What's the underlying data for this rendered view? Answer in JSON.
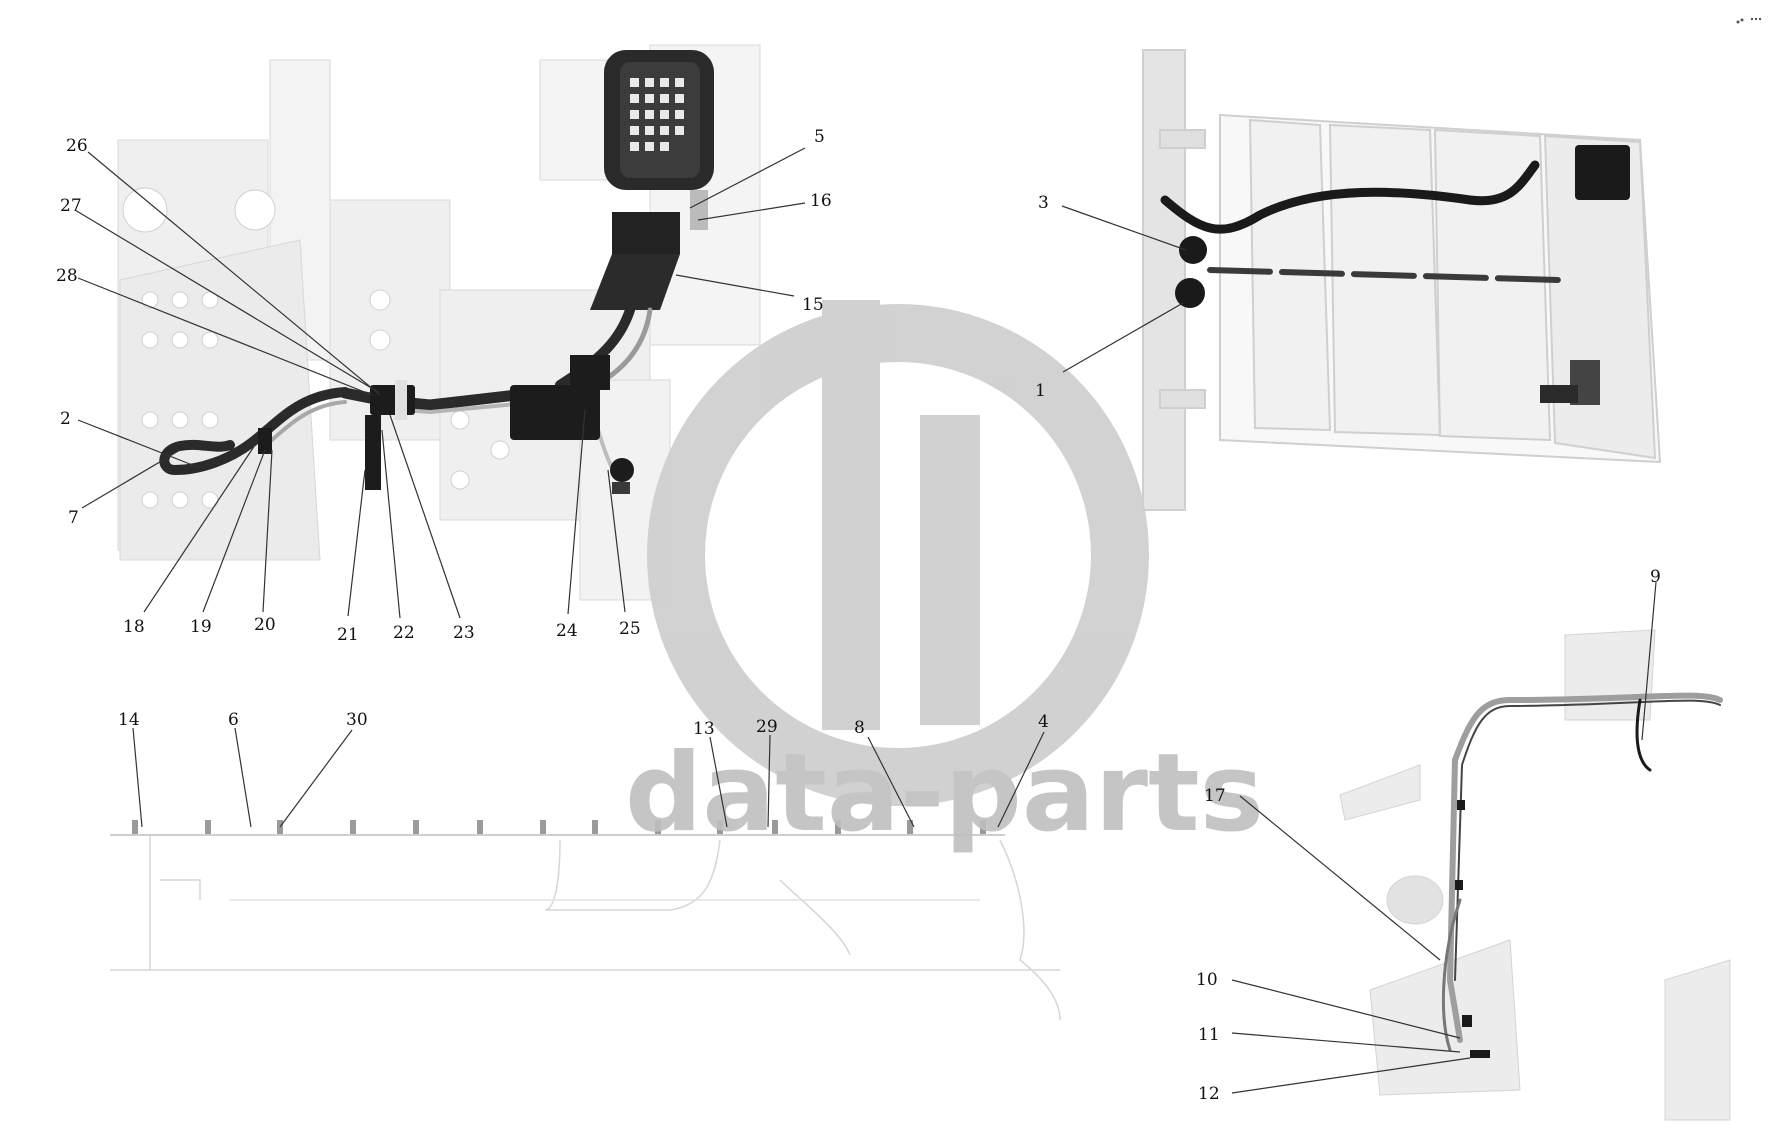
{
  "watermark": {
    "text": "data-parts",
    "color": "#c8c8c8"
  },
  "colors": {
    "leader": "#333333",
    "harness": "#1a1a1a",
    "faint": "#cfcfcf",
    "panel": "#e6e6e6"
  },
  "callouts": [
    {
      "id": "c1",
      "label": "1"
    },
    {
      "id": "c2",
      "label": "2"
    },
    {
      "id": "c3",
      "label": "3"
    },
    {
      "id": "c4",
      "label": "4"
    },
    {
      "id": "c5",
      "label": "5"
    },
    {
      "id": "c6",
      "label": "6"
    },
    {
      "id": "c7",
      "label": "7"
    },
    {
      "id": "c8",
      "label": "8"
    },
    {
      "id": "c9",
      "label": "9"
    },
    {
      "id": "c10",
      "label": "10"
    },
    {
      "id": "c11",
      "label": "11"
    },
    {
      "id": "c12",
      "label": "12"
    },
    {
      "id": "c13",
      "label": "13"
    },
    {
      "id": "c14",
      "label": "14"
    },
    {
      "id": "c15",
      "label": "15"
    },
    {
      "id": "c16",
      "label": "16"
    },
    {
      "id": "c17",
      "label": "17"
    },
    {
      "id": "c18",
      "label": "18"
    },
    {
      "id": "c19",
      "label": "19"
    },
    {
      "id": "c20",
      "label": "20"
    },
    {
      "id": "c21",
      "label": "21"
    },
    {
      "id": "c22",
      "label": "22"
    },
    {
      "id": "c23",
      "label": "23"
    },
    {
      "id": "c24",
      "label": "24"
    },
    {
      "id": "c25",
      "label": "25"
    },
    {
      "id": "c26",
      "label": "26"
    },
    {
      "id": "c27",
      "label": "27"
    },
    {
      "id": "c28",
      "label": "28"
    },
    {
      "id": "c29",
      "label": "29"
    },
    {
      "id": "c30",
      "label": "30"
    }
  ]
}
